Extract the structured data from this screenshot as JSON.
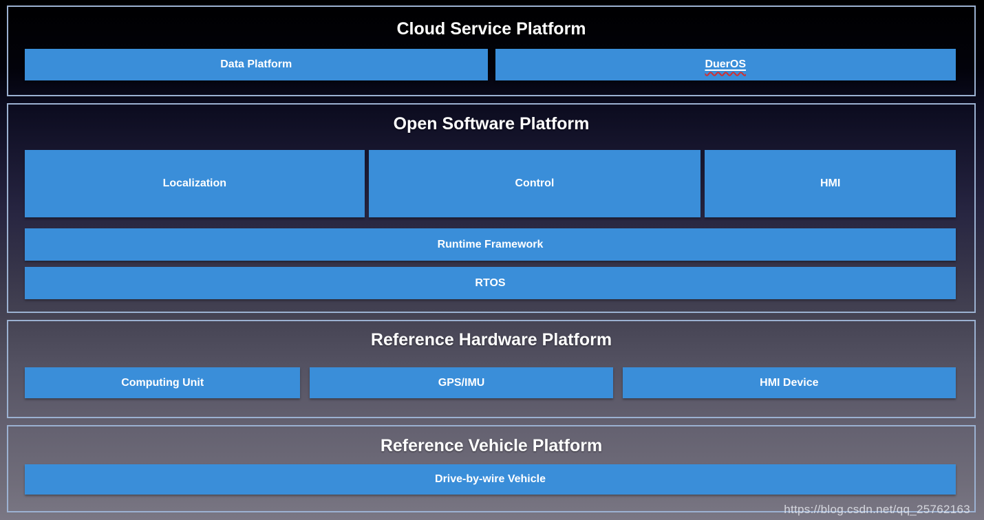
{
  "sections": [
    {
      "title": "Cloud Service Platform",
      "rows": [
        {
          "boxes": [
            {
              "label": "Data Platform"
            },
            {
              "label": "DuerOS",
              "decoration": "underline-with-red-wavy-spellcheck"
            }
          ]
        }
      ]
    },
    {
      "title": "Open Software Platform",
      "rows": [
        {
          "boxes": [
            {
              "label": "Localization"
            },
            {
              "label": "Control"
            },
            {
              "label": "HMI"
            }
          ]
        },
        {
          "boxes": [
            {
              "label": "Runtime Framework"
            }
          ]
        },
        {
          "boxes": [
            {
              "label": "RTOS"
            }
          ]
        }
      ]
    },
    {
      "title": "Reference Hardware Platform",
      "rows": [
        {
          "boxes": [
            {
              "label": "Computing Unit"
            },
            {
              "label": "GPS/IMU"
            },
            {
              "label": "HMI Device"
            }
          ]
        }
      ]
    },
    {
      "title": "Reference Vehicle Platform",
      "rows": [
        {
          "boxes": [
            {
              "label": "Drive-by-wire Vehicle"
            }
          ]
        }
      ]
    }
  ],
  "colors": {
    "box_blue": "#3a8ed9",
    "section_border": "#9cb2d2",
    "title_text": "#ffffff",
    "box_text": "#ffffff",
    "spellcheck_wavy_red": "#d32f2f",
    "background_top": "#000000",
    "background_bottom": "#7a7784"
  },
  "watermark": "https://blog.csdn.net/qq_25762163"
}
